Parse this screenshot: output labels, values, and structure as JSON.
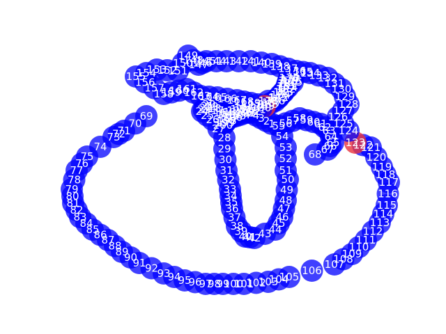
{
  "diagram": {
    "labels": [
      "1",
      "2",
      "3",
      "4",
      "5",
      "6",
      "7",
      "8",
      "9",
      "10",
      "11",
      "12",
      "13",
      "14",
      "15",
      "16",
      "17",
      "18",
      "19",
      "20",
      "21",
      "22",
      "23",
      "24",
      "25",
      "26",
      "27",
      "28",
      "29",
      "30",
      "31",
      "32",
      "33",
      "34",
      "35",
      "36",
      "37",
      "38",
      "39",
      "40",
      "41",
      "42",
      "43",
      "44",
      "45",
      "46",
      "47",
      "48",
      "49",
      "50",
      "51",
      "52",
      "53",
      "54",
      "55",
      "56",
      "57",
      "58",
      "59",
      "60",
      "61",
      "62",
      "63",
      "64",
      "65",
      "66",
      "67",
      "68",
      "69",
      "70",
      "71",
      "72",
      "73",
      "74",
      "75",
      "76",
      "77",
      "78",
      "79",
      "80",
      "81",
      "82",
      "83",
      "84",
      "85",
      "86",
      "87",
      "88",
      "89",
      "90",
      "91",
      "92",
      "93",
      "94",
      "95",
      "96",
      "97",
      "98",
      "99",
      "100",
      "101",
      "102",
      "103",
      "104",
      "105",
      "106",
      "107",
      "108",
      "109",
      "110",
      "111",
      "112",
      "113",
      "114",
      "115",
      "116",
      "117",
      "118",
      "119",
      "120",
      "121",
      "122",
      "123",
      "124",
      "125",
      "126",
      "127",
      "128",
      "129",
      "130",
      "131",
      "132",
      "133",
      "134",
      "135",
      "136",
      "137",
      "138",
      "139",
      "140",
      "141",
      "142",
      "143",
      "144",
      "145",
      "146",
      "147",
      "148",
      "149",
      "150",
      "151",
      "152",
      "153",
      "154",
      "155",
      "156",
      "157",
      "158",
      "159",
      "160",
      "161",
      "162",
      "163",
      "164",
      "165",
      "166",
      "167",
      "168",
      "169",
      "170",
      "171",
      "172",
      "173",
      "174",
      "175",
      "176",
      "177",
      "178",
      "179",
      "180",
      "181",
      "182",
      "183",
      "184",
      "185",
      "186",
      "187",
      "188",
      "189",
      "190",
      "191",
      "192",
      "193",
      "194",
      "195",
      "196",
      "197",
      "198",
      "199",
      "200"
    ],
    "highlighted": [
      "123",
      "189"
    ],
    "colors": {
      "node": "#0000ff",
      "highlight": "#e8323c",
      "label": "#ffffff"
    }
  }
}
